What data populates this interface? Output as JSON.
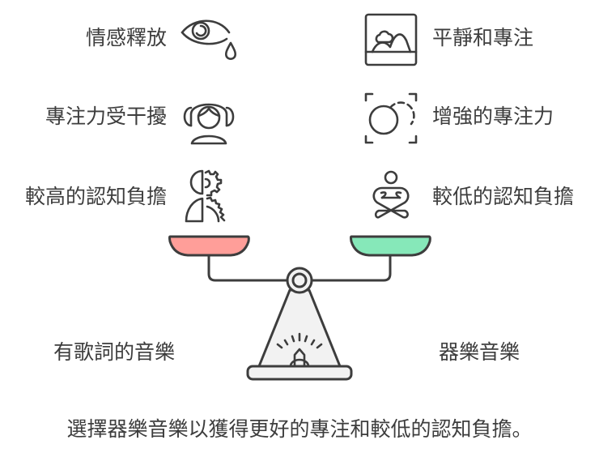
{
  "diagram": {
    "left_side": {
      "title": "有歌詞的音樂",
      "pan_color": "#ff9e99",
      "items": [
        {
          "label": "情感釋放",
          "icon": "crying-eye-icon"
        },
        {
          "label": "專注力受干擾",
          "icon": "person-headphones-icon"
        },
        {
          "label": "較高的認知負擔",
          "icon": "person-gears-icon"
        }
      ]
    },
    "right_side": {
      "title": "器樂音樂",
      "pan_color": "#86e8b9",
      "items": [
        {
          "label": "平靜和專注",
          "icon": "landscape-picture-icon"
        },
        {
          "label": "增強的專注力",
          "icon": "focus-target-icon"
        },
        {
          "label": "較低的認知負擔",
          "icon": "meditation-person-icon"
        }
      ]
    },
    "fulcrum": {
      "icon": "light-bulb-icon",
      "fill": "#f2f2f2"
    },
    "stroke_color": "#3d3d3d",
    "caption": "選擇器樂音樂以獲得更好的專注和較低的認知負擔。"
  }
}
